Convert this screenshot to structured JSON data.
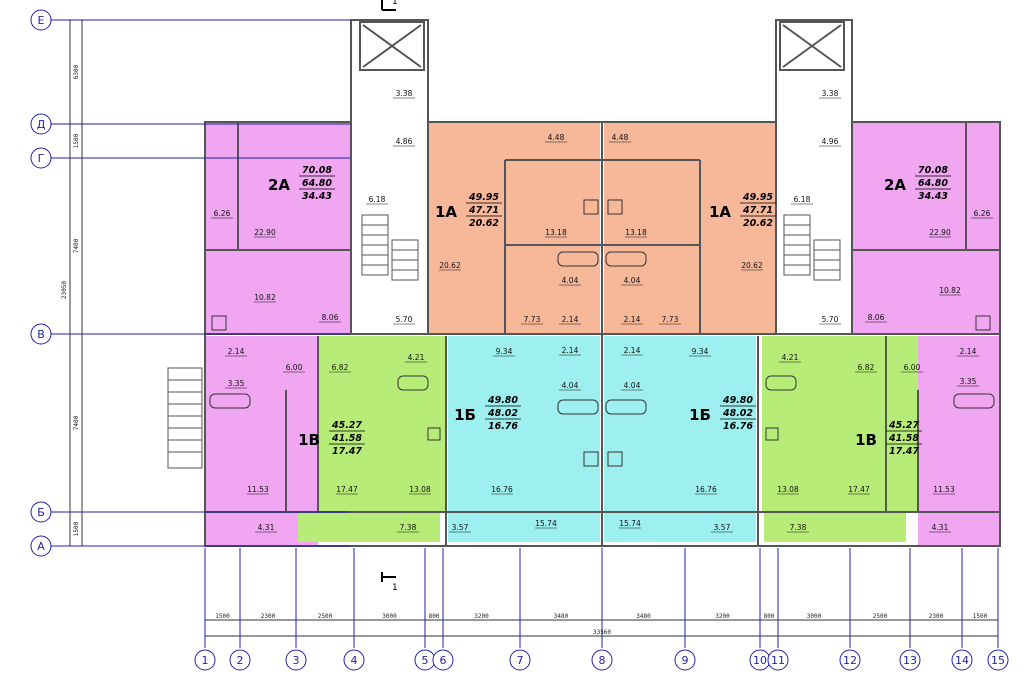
{
  "axes": {
    "letters": [
      "Е",
      "Д",
      "Г",
      "В",
      "Б",
      "А"
    ],
    "numbers": [
      "1",
      "2",
      "3",
      "4",
      "5",
      "6",
      "7",
      "8",
      "9",
      "10",
      "11",
      "12",
      "13",
      "14",
      "15"
    ]
  },
  "dims": {
    "vertical": [
      "6300",
      "1500",
      "7400",
      "7400",
      "1500"
    ],
    "vertical_total": "23050",
    "horizontal": [
      "1500",
      "2300",
      "2500",
      "3000",
      "800",
      "3200",
      "3480",
      "3480",
      "3200",
      "800",
      "3000",
      "2500",
      "2300",
      "1500"
    ],
    "horizontal_total": "33560"
  },
  "section_mark": "1",
  "apartments": [
    {
      "name": "2А",
      "total": "70.08",
      "living_total": "64.80",
      "living": "34.43"
    },
    {
      "name": "1А",
      "total": "49.95",
      "living_total": "47.71",
      "living": "20.62"
    },
    {
      "name": "1А",
      "total": "49.95",
      "living_total": "47.71",
      "living": "20.62"
    },
    {
      "name": "2А",
      "total": "70.08",
      "living_total": "64.80",
      "living": "34.43"
    },
    {
      "name": "1В",
      "total": "45.27",
      "living_total": "41.58",
      "living": "17.47"
    },
    {
      "name": "1Б",
      "total": "49.80",
      "living_total": "48.02",
      "living": "16.76"
    },
    {
      "name": "1Б",
      "total": "49.80",
      "living_total": "48.02",
      "living": "16.76"
    },
    {
      "name": "1В",
      "total": "45.27",
      "living_total": "41.58",
      "living": "17.47"
    }
  ],
  "room_areas": [
    "3.38",
    "4.86",
    "6.18",
    "5.70",
    "3.38",
    "4.96",
    "6.18",
    "5.70",
    "6.26",
    "22.90",
    "10.82",
    "8.06",
    "4.48",
    "4.48",
    "20.62",
    "13.18",
    "13.18",
    "20.62",
    "4.04",
    "4.04",
    "7.73",
    "2.14",
    "2.14",
    "7.73",
    "22.90",
    "6.26",
    "10.82",
    "8.06",
    "2.14",
    "3.35",
    "6.00",
    "6.82",
    "4.21",
    "9.34",
    "2.14",
    "2.14",
    "9.34",
    "4.21",
    "6.82",
    "6.00",
    "2.14",
    "3.35",
    "4.04",
    "4.04",
    "11.53",
    "17.47",
    "13.08",
    "16.76",
    "16.76",
    "13.08",
    "17.47",
    "11.53",
    "4.31",
    "7.38",
    "3.57",
    "15.74",
    "15.74",
    "3.57",
    "7.38",
    "4.31"
  ],
  "colors": {
    "pink": "#f0a6f0",
    "salmon": "#f7b89a",
    "green": "#b8ec78",
    "cyan": "#9ef0f0",
    "axis": "#2222aa",
    "wall": "#555555"
  }
}
